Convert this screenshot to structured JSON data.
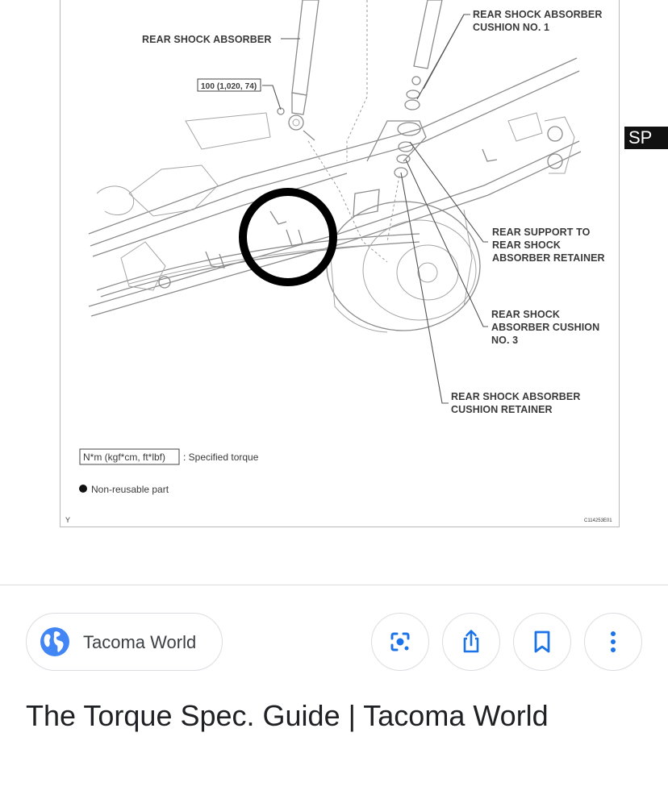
{
  "diagram": {
    "labels": {
      "rear_shock_absorber": "REAR SHOCK ABSORBER",
      "cushion_no1_line1": "REAR SHOCK ABSORBER",
      "cushion_no1_line2": "CUSHION NO. 1",
      "torque_value": "100 (1,020, 74)",
      "support_line1": "REAR SUPPORT TO",
      "support_line2": "REAR SHOCK",
      "support_line3": "ABSORBER RETAINER",
      "cushion_no3_line1": "REAR SHOCK",
      "cushion_no3_line2": "ABSORBER CUSHION",
      "cushion_no3_line3": "NO. 3",
      "retainer_line1": "REAR SHOCK ABSORBER",
      "retainer_line2": "CUSHION RETAINER",
      "unit_box": "N*m (kgf*cm, ft*lbf)",
      "unit_desc": ": Specified torque",
      "non_reusable": "Non-reusable part",
      "corner_letter": "Y",
      "figure_code": "C114253E01"
    },
    "section_tab": "SP",
    "highlight_circle_color": "#000000"
  },
  "source": {
    "name": "Tacoma World",
    "icon": "globe-icon",
    "icon_color": "#4285f4"
  },
  "actions": [
    {
      "name": "lens-button",
      "icon": "google-lens-icon"
    },
    {
      "name": "share-button",
      "icon": "share-icon"
    },
    {
      "name": "save-button",
      "icon": "bookmark-icon"
    },
    {
      "name": "more-options-button",
      "icon": "more-vertical-icon"
    }
  ],
  "accent_color": "#1a73e8",
  "result": {
    "title": "The Torque Spec. Guide | Tacoma World"
  }
}
